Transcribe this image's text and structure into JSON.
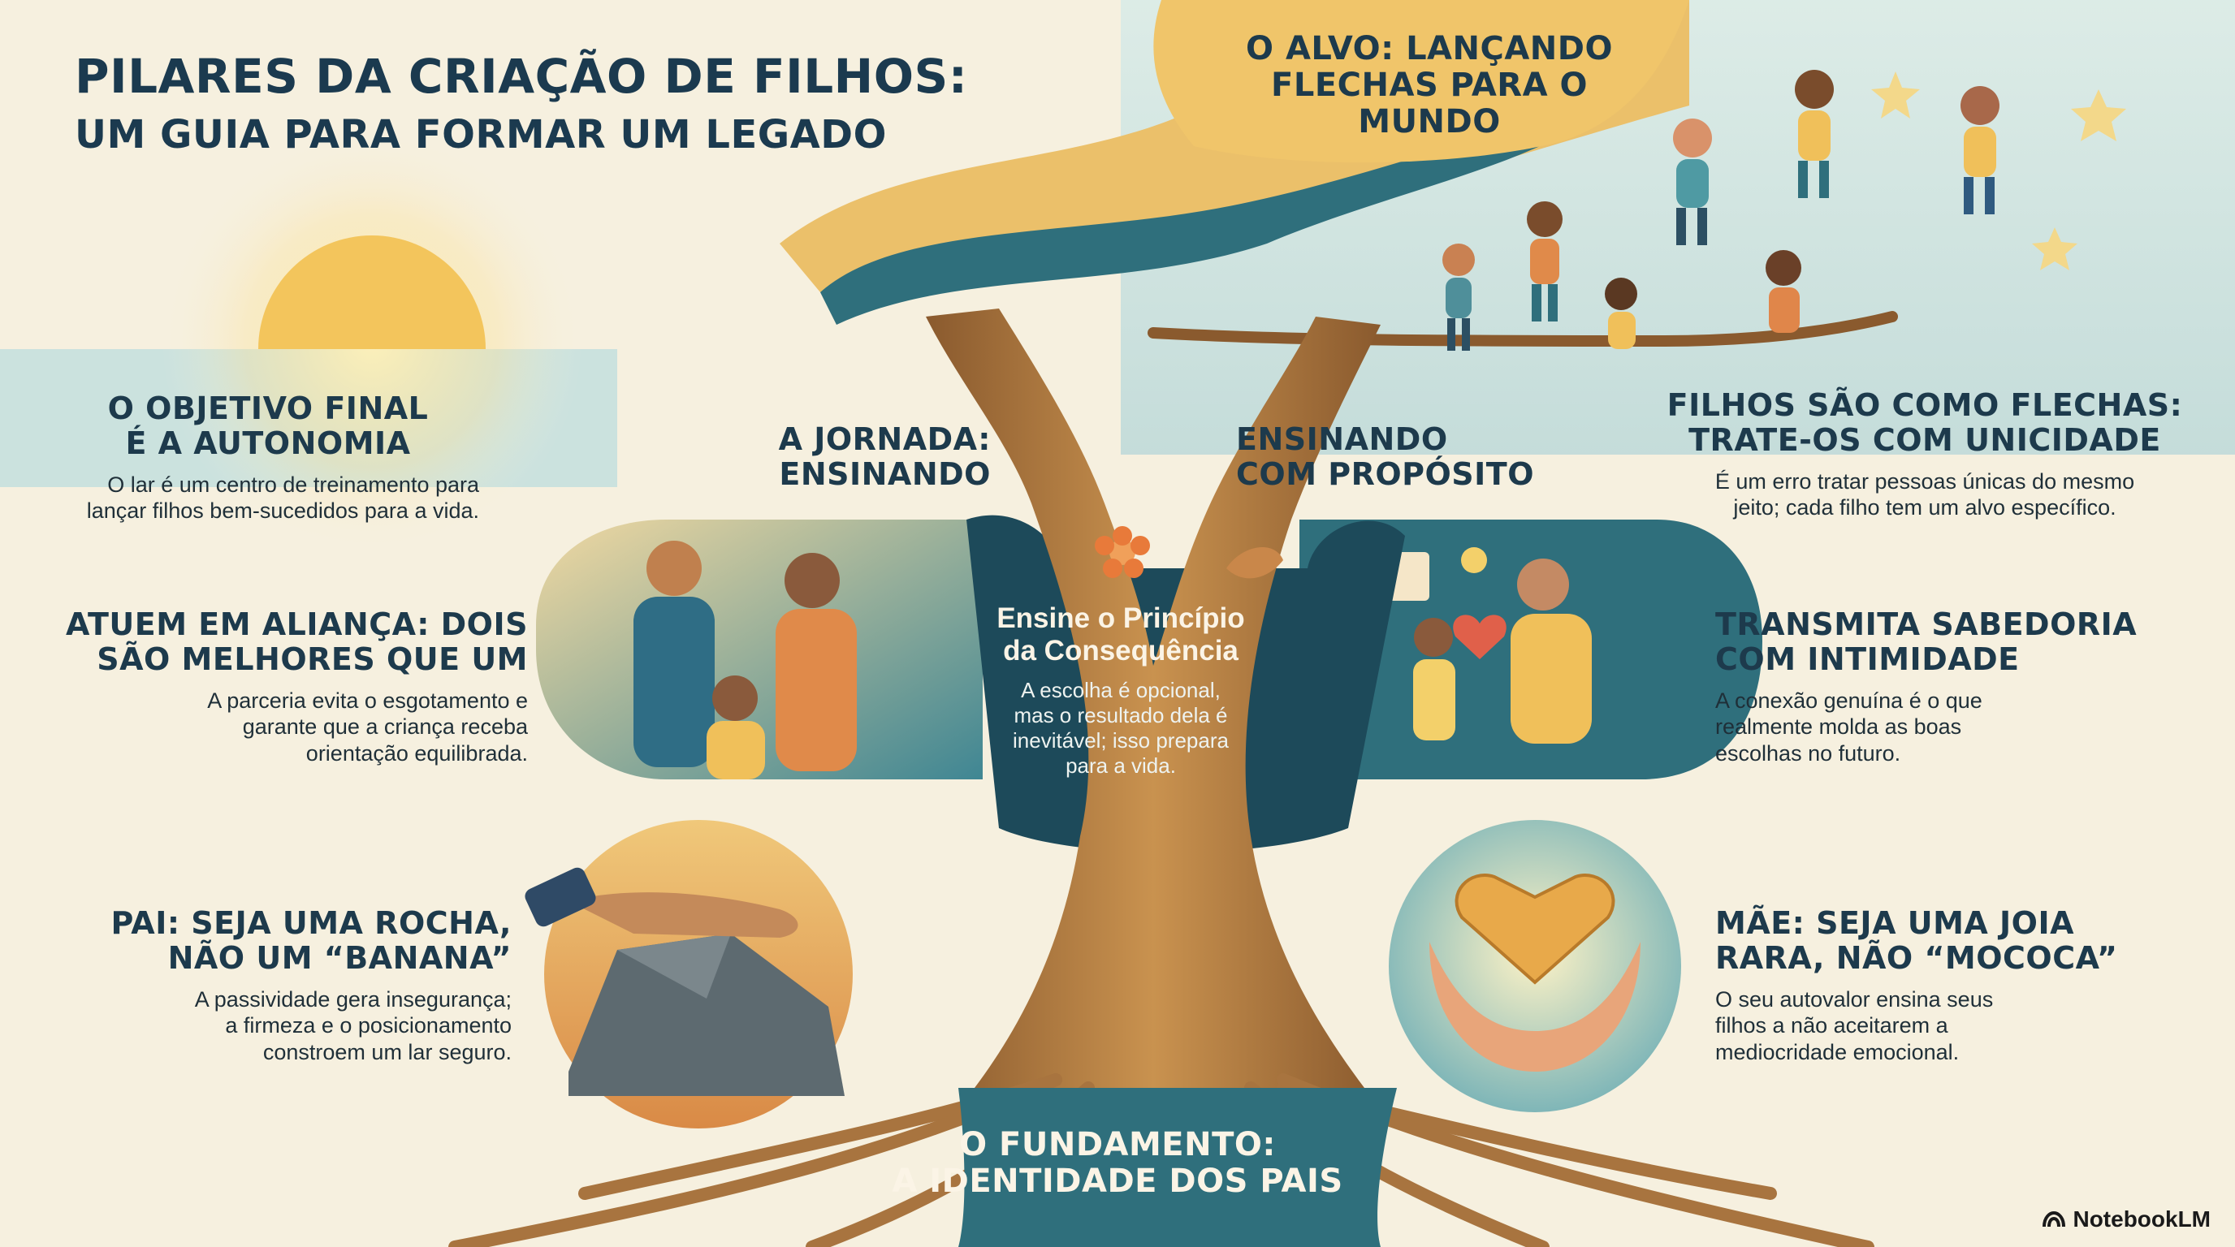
{
  "title": {
    "main": "PILARES DA CRIAÇÃO DE FILHOS:",
    "sub": "UM GUIA PARA FORMAR UM LEGADO"
  },
  "top_banner": {
    "line1": "O ALVO: LANÇANDO",
    "line2": "FLECHAS PARA O MUNDO"
  },
  "left_sections": [
    {
      "heading": [
        "O OBJETIVO FINAL",
        "É A AUTONOMIA"
      ],
      "body": [
        "O lar é um centro de treinamento para",
        "lançar filhos bem-sucedidos para a vida."
      ]
    },
    {
      "heading": [
        "ATUEM EM ALIANÇA: DOIS",
        "SÃO MELHORES QUE UM"
      ],
      "body": [
        "A parceria evita o esgotamento e",
        "garante que a criança receba",
        "orientação equilibrada."
      ]
    },
    {
      "heading": [
        "PAI: SEJA UMA ROCHA,",
        "NÃO UM “BANANA”"
      ],
      "body": [
        "A passividade gera insegurança;",
        "a firmeza e o posicionamento",
        "constroem um lar seguro."
      ]
    }
  ],
  "right_sections": [
    {
      "heading": [
        "FILHOS SÃO COMO FLECHAS:",
        "TRATE-OS COM UNICIDADE"
      ],
      "body": [
        "É um erro tratar pessoas únicas do mesmo",
        "jeito; cada filho tem um alvo específico."
      ]
    },
    {
      "heading": [
        "TRANSMITA SABEDORIA",
        "COM INTIMIDADE"
      ],
      "body": [
        "A conexão genuína é o que",
        "realmente molda as boas",
        "escolhas no futuro."
      ]
    },
    {
      "heading": [
        "MÃE: SEJA UMA JOIA",
        "RARA, NÃO “MOCOCA”"
      ],
      "body": [
        "O seu autovalor ensina seus",
        "filhos a não aceitarem a",
        "mediocridade emocional."
      ]
    }
  ],
  "center": {
    "journey": [
      "A JORNADA:",
      "ENSINANDO"
    ],
    "purpose": [
      "ENSINANDO",
      "COM PROPÓSITO"
    ],
    "principle_heading": [
      "Ensine o Princípio",
      "da Consequência"
    ],
    "principle_body": [
      "A escolha é opcional,",
      "mas o resultado dela é",
      "inevitável; isso prepara",
      "para a vida."
    ],
    "foundation": [
      "O FUNDAMENTO:",
      "A IDENTIDADE DOS PAIS"
    ]
  },
  "brand": {
    "icon": "notebooklm-logo-icon",
    "label": "NotebookLM"
  },
  "colors": {
    "background": "#f6f0df",
    "teal_dark": "#1d4a5a",
    "teal": "#2f6f7c",
    "gold": "#e8b24a",
    "trunk": "#a8743f",
    "ink": "#1b3a4f",
    "sky": "#cfe3e3"
  }
}
